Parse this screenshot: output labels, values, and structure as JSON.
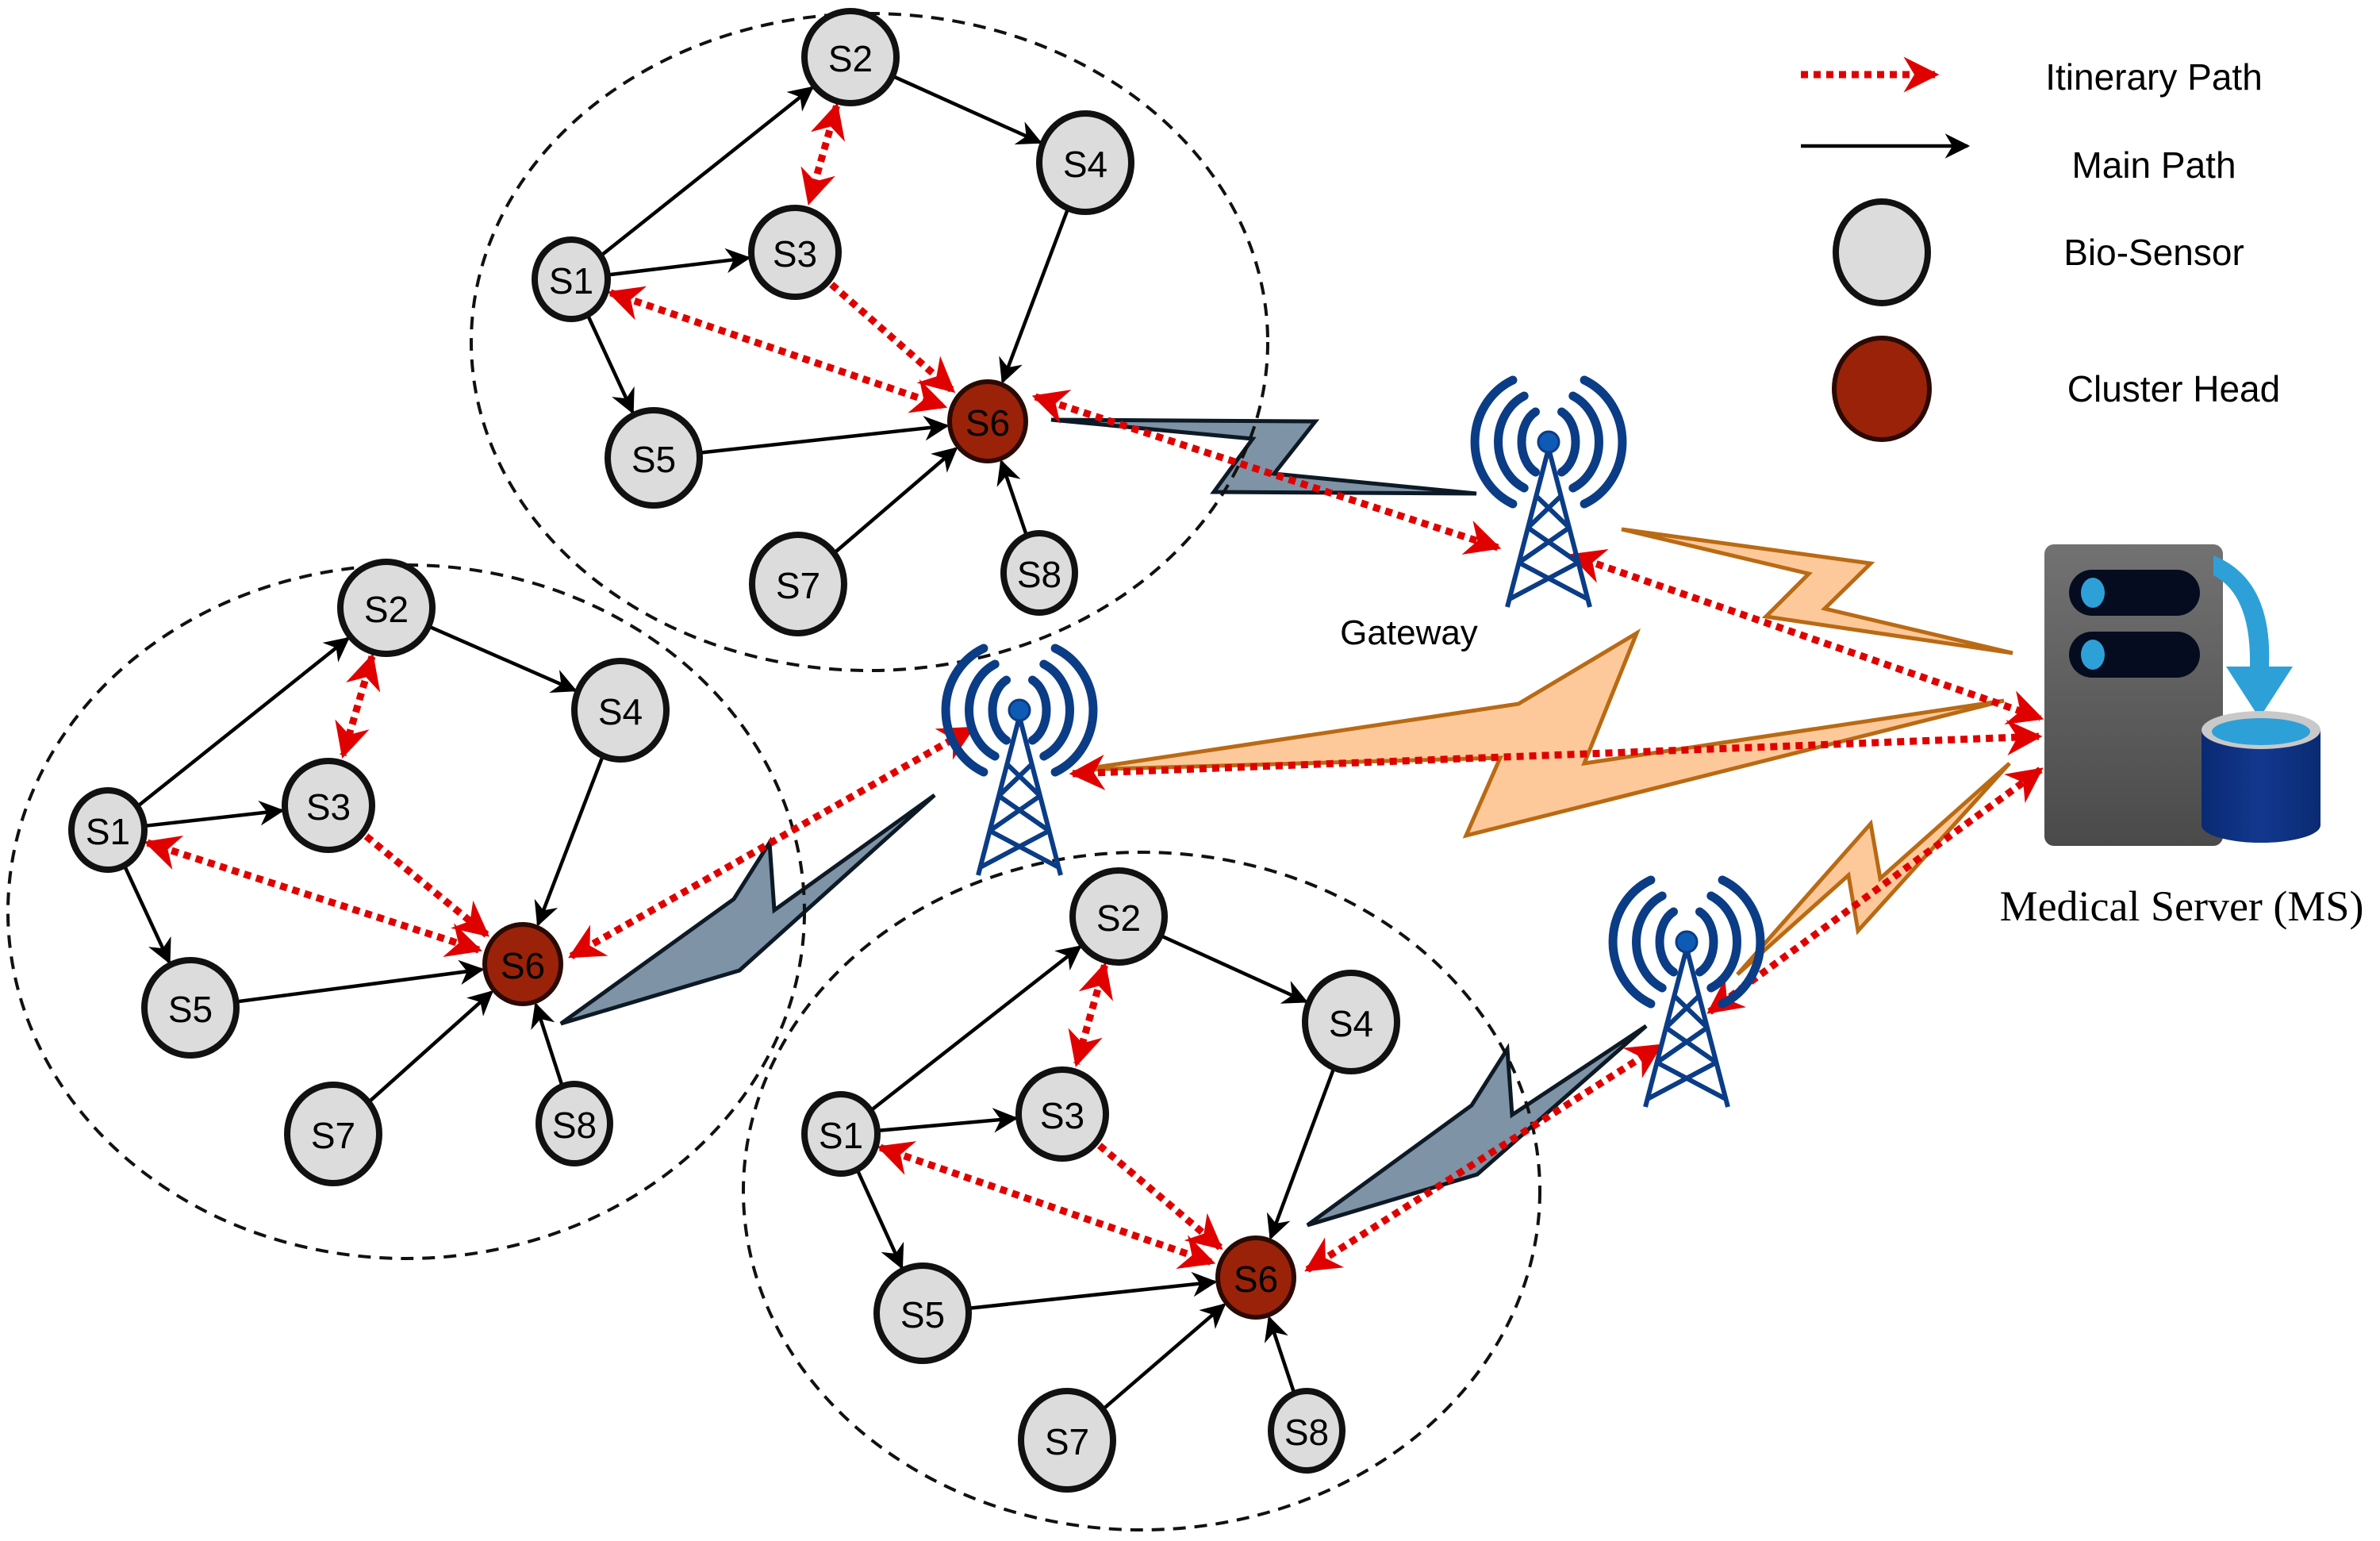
{
  "figure": {
    "title": "Clustered body sensor networks with itinerary paths to a medical server"
  },
  "legend": {
    "items": [
      {
        "key": "itinerary",
        "label": "Itinerary Path",
        "symbol": "red-dotted-arrow-icon"
      },
      {
        "key": "main",
        "label": "Main Path",
        "symbol": "black-solid-arrow-icon"
      },
      {
        "key": "sensor",
        "label": "Bio-Sensor",
        "symbol": "grey-circle-icon"
      },
      {
        "key": "head",
        "label": "Cluster Head",
        "symbol": "brown-circle-icon"
      }
    ]
  },
  "colors": {
    "itinerary": "#e00000",
    "main": "#000000",
    "sensor_fill": "#dcdcdc",
    "head_fill": "#9a2208",
    "tower": "#0b3c86",
    "wireless_local": "#7e93a6",
    "wireless_backhaul": "#fdc99a",
    "server_body": "#5a5a5a",
    "database": "#0b2f80",
    "accent": "#2ea0d8"
  },
  "clusters": [
    {
      "id": "top",
      "head": "S6",
      "nodes": [
        {
          "id": "S1",
          "label": "S1",
          "type": "sensor"
        },
        {
          "id": "S2",
          "label": "S2",
          "type": "sensor"
        },
        {
          "id": "S3",
          "label": "S3",
          "type": "sensor"
        },
        {
          "id": "S4",
          "label": "S4",
          "type": "sensor"
        },
        {
          "id": "S5",
          "label": "S5",
          "type": "sensor"
        },
        {
          "id": "S6",
          "label": "S6",
          "type": "head"
        },
        {
          "id": "S7",
          "label": "S7",
          "type": "sensor"
        },
        {
          "id": "S8",
          "label": "S8",
          "type": "sensor"
        }
      ]
    },
    {
      "id": "left",
      "head": "S6",
      "nodes": [
        {
          "id": "S1",
          "label": "S1",
          "type": "sensor"
        },
        {
          "id": "S2",
          "label": "S2",
          "type": "sensor"
        },
        {
          "id": "S3",
          "label": "S3",
          "type": "sensor"
        },
        {
          "id": "S4",
          "label": "S4",
          "type": "sensor"
        },
        {
          "id": "S5",
          "label": "S5",
          "type": "sensor"
        },
        {
          "id": "S6",
          "label": "S6",
          "type": "head"
        },
        {
          "id": "S7",
          "label": "S7",
          "type": "sensor"
        },
        {
          "id": "S8",
          "label": "S8",
          "type": "sensor"
        }
      ]
    },
    {
      "id": "bottom",
      "head": "S6",
      "nodes": [
        {
          "id": "S1",
          "label": "S1",
          "type": "sensor"
        },
        {
          "id": "S2",
          "label": "S2",
          "type": "sensor"
        },
        {
          "id": "S3",
          "label": "S3",
          "type": "sensor"
        },
        {
          "id": "S4",
          "label": "S4",
          "type": "sensor"
        },
        {
          "id": "S5",
          "label": "S5",
          "type": "sensor"
        },
        {
          "id": "S6",
          "label": "S6",
          "type": "head"
        },
        {
          "id": "S7",
          "label": "S7",
          "type": "sensor"
        },
        {
          "id": "S8",
          "label": "S8",
          "type": "sensor"
        }
      ]
    }
  ],
  "edges": {
    "main": [
      [
        "S1",
        "S2"
      ],
      [
        "S1",
        "S3"
      ],
      [
        "S1",
        "S5"
      ],
      [
        "S2",
        "S4"
      ],
      [
        "S4",
        "S6"
      ],
      [
        "S5",
        "S6"
      ],
      [
        "S7",
        "S6"
      ],
      [
        "S8",
        "S6"
      ]
    ],
    "itinerary": [
      [
        "S2",
        "S3",
        "both"
      ],
      [
        "S3",
        "S6",
        "forward"
      ],
      [
        "S1",
        "S6",
        "both"
      ]
    ]
  },
  "gateways": [
    {
      "id": "gw-top",
      "label": "Gateway",
      "cluster": "top"
    },
    {
      "id": "gw-left",
      "label": "",
      "cluster": "left"
    },
    {
      "id": "gw-bottom",
      "label": "",
      "cluster": "bottom"
    }
  ],
  "server": {
    "label": "Medical Server (MS)"
  }
}
